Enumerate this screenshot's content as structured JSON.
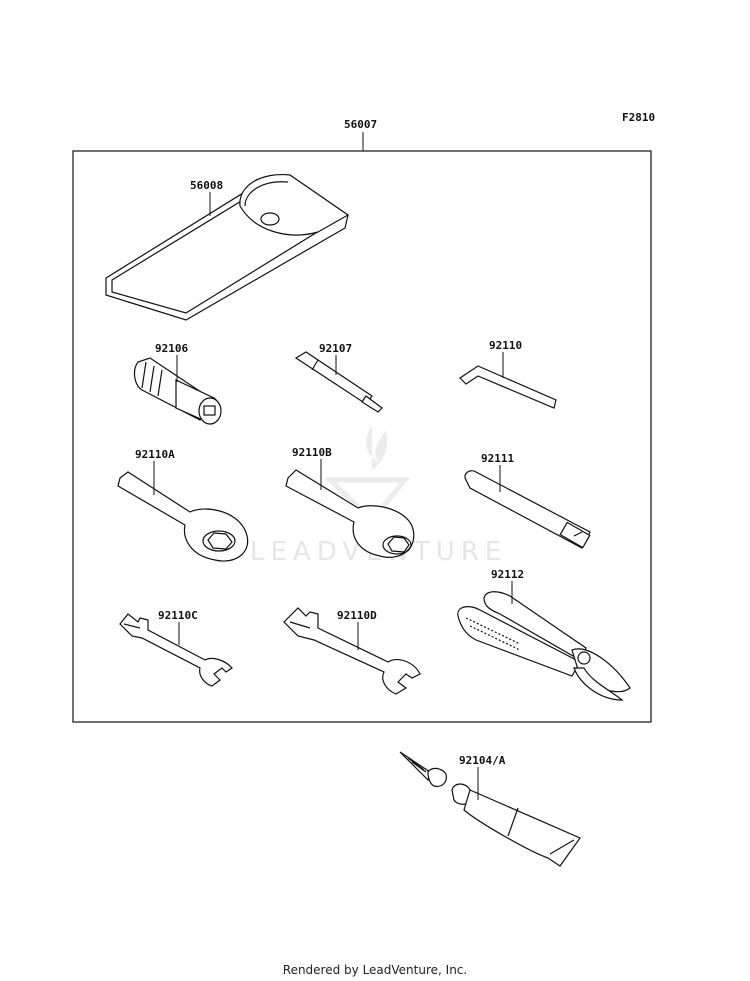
{
  "figure_code": "F2810",
  "watermark_text": "LEADVENTURE",
  "footer_text": "Rendered by LeadVenture, Inc.",
  "parts": {
    "kit": "56007",
    "pouch": "56008",
    "socket": "92106",
    "screwdriver": "92107",
    "hex_key": "92110",
    "box_wrench_a": "92110A",
    "box_wrench_b": "92110B",
    "handle": "92111",
    "wrench_c": "92110C",
    "wrench_d": "92110D",
    "pliers": "92112",
    "grease": "92104/A"
  }
}
